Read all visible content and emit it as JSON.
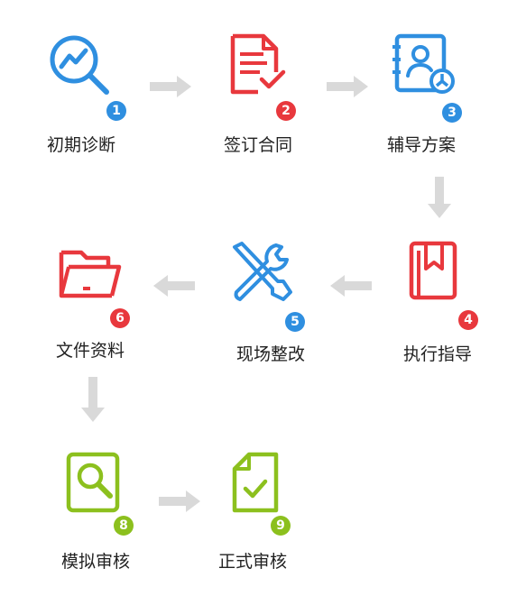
{
  "colors": {
    "blue": "#2f8fe0",
    "red": "#e8383d",
    "green": "#8cc01e",
    "arrow": "#d9d9d9"
  },
  "steps": [
    {
      "number": "1",
      "label": "初期诊断",
      "icon": "magnifier-trend-icon",
      "color": "blue"
    },
    {
      "number": "2",
      "label": "签订合同",
      "icon": "document-check-icon",
      "color": "red"
    },
    {
      "number": "3",
      "label": "辅导方案",
      "icon": "person-plan-icon",
      "color": "blue"
    },
    {
      "number": "4",
      "label": "执行指导",
      "icon": "bookmark-book-icon",
      "color": "red"
    },
    {
      "number": "5",
      "label": "现场整改",
      "icon": "wrench-screwdriver-icon",
      "color": "blue"
    },
    {
      "number": "6",
      "label": "文件资料",
      "icon": "folder-icon",
      "color": "red"
    },
    {
      "number": "8",
      "label": "模拟审核",
      "icon": "search-document-icon",
      "color": "green"
    },
    {
      "number": "9",
      "label": "正式审核",
      "icon": "file-check-icon",
      "color": "green"
    }
  ]
}
